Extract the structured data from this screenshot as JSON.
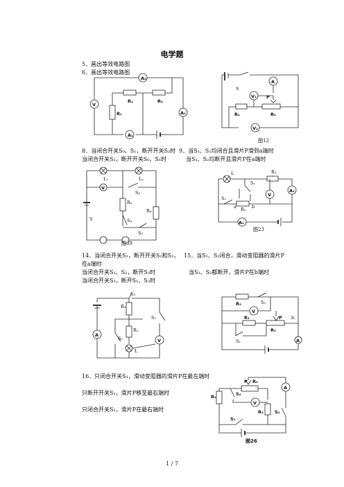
{
  "title": "电学题",
  "questions": {
    "q5": "5．画出等效电路图",
    "q6": "6．画出等效电路图",
    "q8_l1": "8．当闭合开关S₀、S₁，断开开关S₂时",
    "q8_l2": "当闭合开关S₂，断开开关S₀、S₁时",
    "q9_l1": "9．当S₁、S₂均闭合且滑片P滑到a端时",
    "q9_l2": "当S₁、S₂均断开且滑片P在a端时",
    "q14_l1": "14．当闭合开关S₁，断开开关S₂和S₃，",
    "q14_l2": "在a端时",
    "q14_l3": "当闭合开关S₁、S₂，断开S₃时",
    "q14_l4": "当闭合开关S₃，断开S₁、S₂时",
    "q15_l1": "15．当S₁、S₂闭合，滑动变阻器的滑片P",
    "q15_l2": "当S₁、S₂都断开，滑片P在b端时",
    "q16_l1": "16．只闭合开关S₁，滑动变阻器的滑片P在最左端时",
    "q16_l2": "只断开开关S₁，滑片P移至最右端时",
    "q16_l3": "只闭合开关S₁，滑片P在最右端时"
  },
  "figures": {
    "fig5": {
      "a2": "A₂",
      "r2": "R₂",
      "r3": "R₃",
      "v": "V",
      "r1": "R₁",
      "a3": "A₃",
      "a1": "A₁"
    },
    "fig12": {
      "s": "S",
      "a": "A",
      "v1": "V₁",
      "p": "P",
      "r1": "R₁",
      "r2": "R₂",
      "v2": "V₂",
      "caption": "图12"
    },
    "fig39": {
      "l1": "L₁",
      "l2": "L₂",
      "v": "V",
      "s0": "S₀",
      "r3": "R₃",
      "r4": "R₄",
      "s4": "S₄",
      "s5": "S₅",
      "s": "S",
      "caption": "图39"
    },
    "fig23": {
      "l": "L",
      "r1": "R₁",
      "s1": "S₁",
      "s2": "S₂",
      "r2": "R₂",
      "a": "a",
      "b": "b",
      "v": "V",
      "a2": "A₂",
      "a1": "A₁",
      "caption": "图23"
    },
    "fig14": {
      "s3": "S₃",
      "r2": "R₂",
      "s1": "S₁",
      "r1": "R₁",
      "a": "A",
      "s2": "S₂",
      "l": "L",
      "v": "V"
    },
    "fig15": {
      "r2": "R₂",
      "s2": "S₂",
      "v": "V",
      "r1": "R₁",
      "p": "P",
      "b": "b",
      "r3": "R₃",
      "s1": "S₁",
      "a": "A"
    },
    "fig26": {
      "p": "P",
      "r2": "R₂",
      "a": "A",
      "r1": "R₁",
      "s2": "S₂",
      "v": "V",
      "s1": "S₁",
      "r3": "R₃",
      "s3": "S₃",
      "caption": "图26"
    }
  },
  "footer": "1 / 7"
}
